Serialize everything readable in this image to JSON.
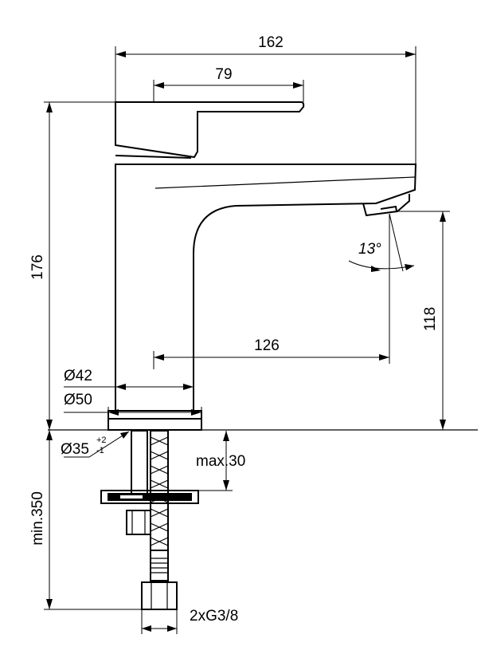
{
  "dimensions": {
    "overall_length": "162",
    "lever_length": "79",
    "overall_height": "176",
    "spout_height": "118",
    "spout_reach": "126",
    "body_diameter": "Ø42",
    "base_diameter": "Ø50",
    "hole_diameter": "Ø35",
    "hole_tol_plus": "+2",
    "hole_tol_minus": "-1",
    "max_deck": "max.30",
    "min_hose": "min.350",
    "connection": "2xG3/8",
    "angle": "13°"
  }
}
